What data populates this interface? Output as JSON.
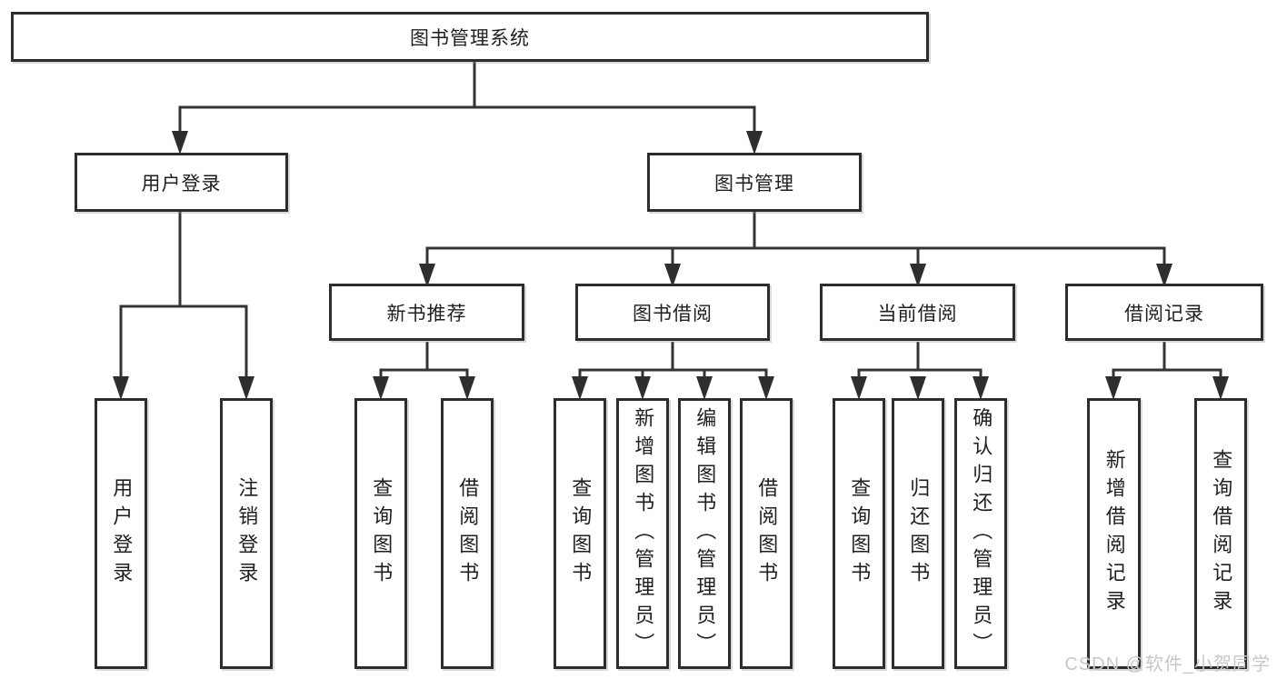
{
  "diagram": {
    "root": {
      "label": "图书管理系统"
    },
    "level2": [
      {
        "label": "用户登录"
      },
      {
        "label": "图书管理"
      }
    ],
    "level3": [
      {
        "label": "新书推荐",
        "parent": "图书管理"
      },
      {
        "label": "图书借阅",
        "parent": "图书管理"
      },
      {
        "label": "当前借阅",
        "parent": "图书管理"
      },
      {
        "label": "借阅记录",
        "parent": "图书管理"
      }
    ],
    "leaves": [
      {
        "label": "用户登录",
        "parent": "用户登录"
      },
      {
        "label": "注销登录",
        "parent": "用户登录"
      },
      {
        "label": "查询图书",
        "parent": "新书推荐"
      },
      {
        "label": "借阅图书",
        "parent": "新书推荐"
      },
      {
        "label": "查询图书",
        "parent": "图书借阅"
      },
      {
        "label": "新增图书（管理员）",
        "parent": "图书借阅"
      },
      {
        "label": "编辑图书（管理员）",
        "parent": "图书借阅"
      },
      {
        "label": "借阅图书",
        "parent": "图书借阅"
      },
      {
        "label": "查询图书",
        "parent": "当前借阅"
      },
      {
        "label": "归还图书",
        "parent": "当前借阅"
      },
      {
        "label": "确认归还（管理员）",
        "parent": "当前借阅"
      },
      {
        "label": "新增借阅记录",
        "parent": "借阅记录"
      },
      {
        "label": "查询借阅记录",
        "parent": "借阅记录"
      }
    ],
    "watermark": "CSDN @软件_小贺同学",
    "colors": {
      "line": "#333333",
      "arrowhead": "#2e2e2e",
      "box_border": "#2d2d2d",
      "text": "#1f1f1f",
      "watermark": "#c8c8c8",
      "background": "#ffffff"
    }
  }
}
